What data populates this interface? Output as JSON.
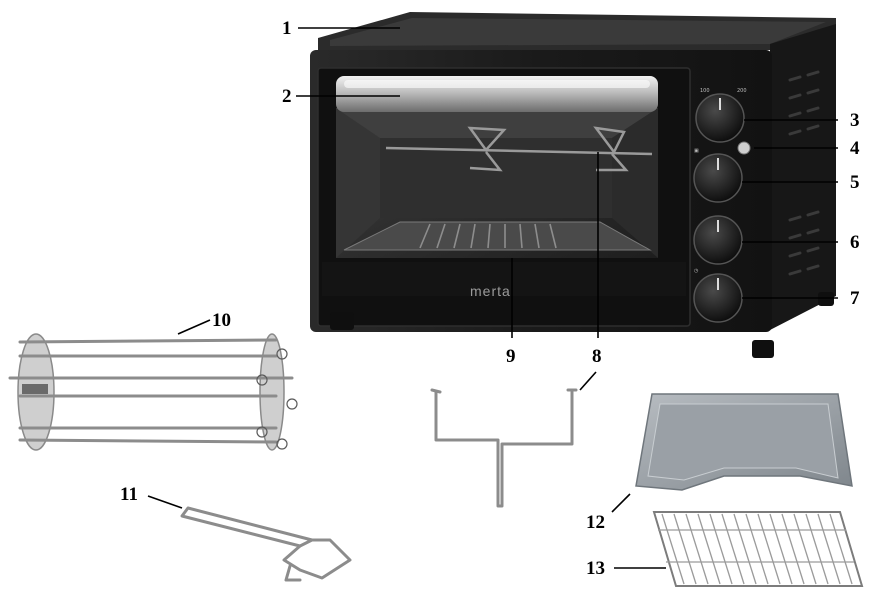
{
  "brand": "merta",
  "callouts": [
    {
      "id": "1",
      "label": "1"
    },
    {
      "id": "2",
      "label": "2"
    },
    {
      "id": "3",
      "label": "3"
    },
    {
      "id": "4",
      "label": "4"
    },
    {
      "id": "5",
      "label": "5"
    },
    {
      "id": "6",
      "label": "6"
    },
    {
      "id": "7",
      "label": "7"
    },
    {
      "id": "8",
      "label": "8"
    },
    {
      "id": "9",
      "label": "9"
    },
    {
      "id": "10",
      "label": "10"
    },
    {
      "id": "11",
      "label": "11"
    },
    {
      "id": "12",
      "label": "12"
    },
    {
      "id": "13",
      "label": "13"
    }
  ],
  "colors": {
    "body": "#1c1c1c",
    "body_edge": "#0c0c0c",
    "glass": "#3a3a3a",
    "metal": "#a9a9a9",
    "tray": "#9da3a8",
    "label": "#000000"
  }
}
